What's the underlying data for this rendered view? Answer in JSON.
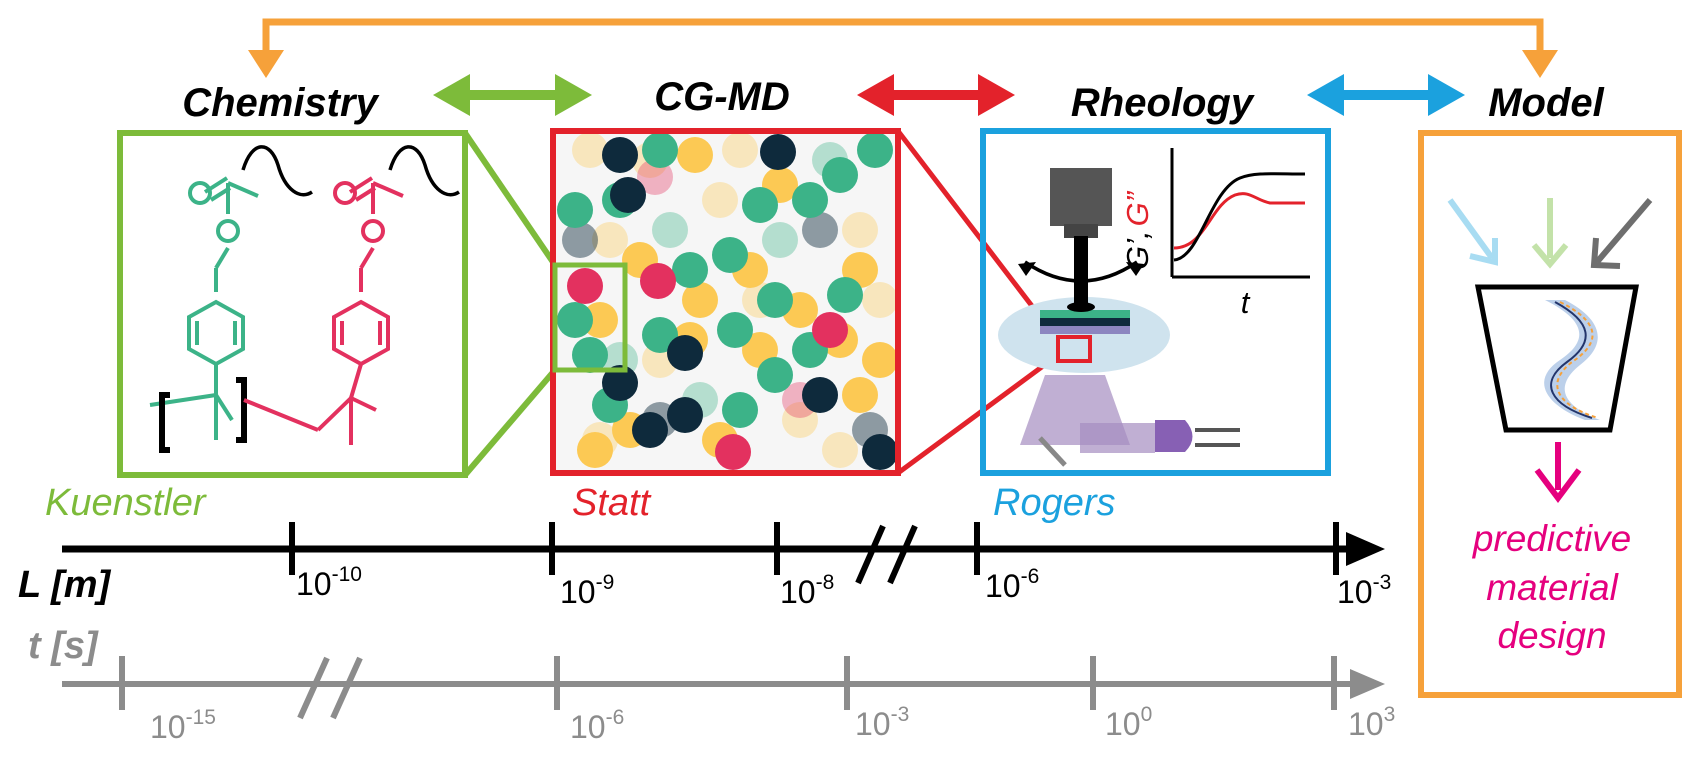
{
  "titles": {
    "chemistry": "Chemistry",
    "cgmd": "CG-MD",
    "rheology": "Rheology",
    "model": "Model"
  },
  "authors": {
    "kuenstler": "Kuenstler",
    "statt": "Statt",
    "rogers": "Rogers"
  },
  "axes": {
    "length_label": "L [m]",
    "time_label": "t [s]",
    "length_ticks": [
      {
        "base": "10",
        "exp": "-10"
      },
      {
        "base": "10",
        "exp": "-9"
      },
      {
        "base": "10",
        "exp": "-8"
      },
      {
        "base": "10",
        "exp": "-6"
      },
      {
        "base": "10",
        "exp": "-3"
      }
    ],
    "time_ticks": [
      {
        "base": "10",
        "exp": "-15"
      },
      {
        "base": "10",
        "exp": "-6"
      },
      {
        "base": "10",
        "exp": "-3"
      },
      {
        "base": "10",
        "exp": "0"
      },
      {
        "base": "10",
        "exp": "3"
      }
    ]
  },
  "rheology_plot": {
    "ylabel_g1": "G’,",
    "ylabel_g2": "G”",
    "xlabel": "t"
  },
  "model": {
    "output_line1": "predictive",
    "output_line2": "material",
    "output_line3": "design"
  },
  "colors": {
    "chemistry": "#7dbb3a",
    "cgmd": "#e3222b",
    "rheology": "#1ba1de",
    "model": "#f6a13a",
    "magenta": "#e5007e",
    "teal": "#3cb388",
    "pink": "#e3315f",
    "navy": "#0e2a3c",
    "yellow": "#fcc954",
    "gray": "#8c8c8c"
  }
}
